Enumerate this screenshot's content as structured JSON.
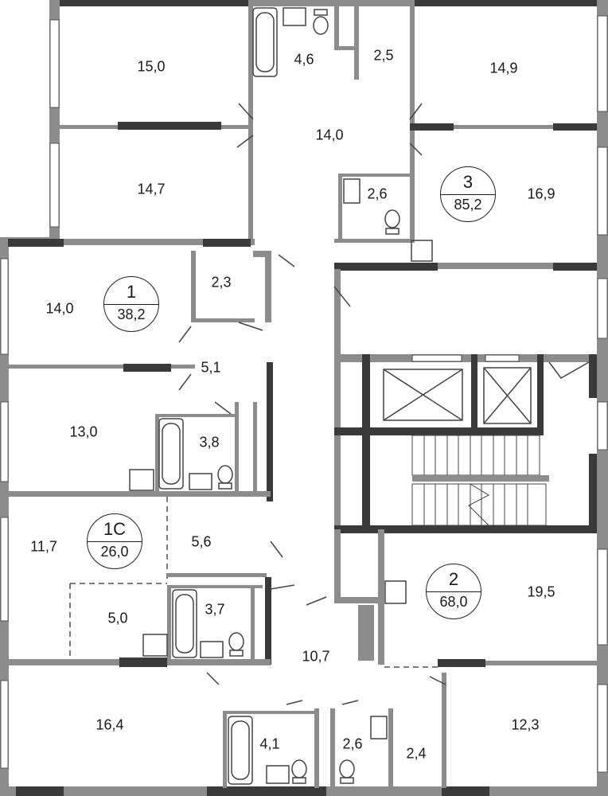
{
  "apartments": [
    {
      "number": "1",
      "area": "38,2"
    },
    {
      "number": "1С",
      "area": "26,0"
    },
    {
      "number": "2",
      "area": "68,0"
    },
    {
      "number": "3",
      "area": "85,2"
    }
  ],
  "rooms": [
    "15,0",
    "4,6",
    "2,5",
    "14,9",
    "14,0",
    "14,7",
    "2,6",
    "16,9",
    "14,0",
    "2,3",
    "5,1",
    "13,0",
    "3,8",
    "11,7",
    "5,6",
    "5,0",
    "3,7",
    "10,7",
    "19,5",
    "16,4",
    "4,1",
    "2,6",
    "2,4",
    "12,3"
  ],
  "colors": {
    "wall": "#8c8c8c",
    "structural_wall": "#3a3a3a",
    "background": "#ffffff"
  }
}
